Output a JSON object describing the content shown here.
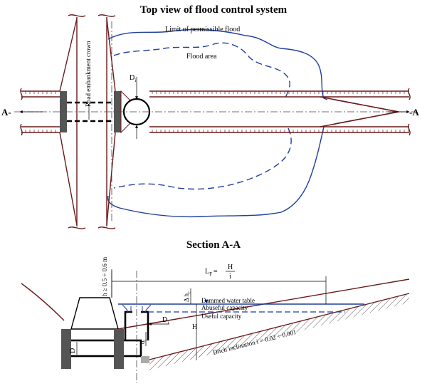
{
  "top_view": {
    "title": "Top view of flood control system",
    "label_limit": "Limit of permissible flood",
    "label_flood_area": "Flood area",
    "label_road_crown": "Road embankment crown",
    "label_di": "D",
    "label_di_sub": "i",
    "label_ax_left": "A-",
    "label_ax_right": "-A"
  },
  "section": {
    "title": "Section A-A",
    "label_h_min": "h ≥ 0.5 ÷ 0.6 m",
    "label_lf": "L",
    "label_lf_sub": "F",
    "label_lf_eq": "=",
    "label_lf_num": "H",
    "label_lf_den": "i",
    "label_dh": "Δ h",
    "label_dh_sub": "c",
    "label_dammed": "Dammed water table",
    "label_abuseful": "Abuseful capacity",
    "label_useful": "Useful capacity",
    "label_di": "D",
    "label_di_sub": "i",
    "label_h": "H",
    "label_d": "d",
    "label_d_sub": "i",
    "label_D": "D",
    "label_ditch": "Ditch inclination   i = 0.02 ÷ 0.001"
  },
  "colors": {
    "road": "#6b1a1a",
    "flood": "#1f3f9e",
    "water": "#1f3f9e",
    "wall": "#555555"
  }
}
